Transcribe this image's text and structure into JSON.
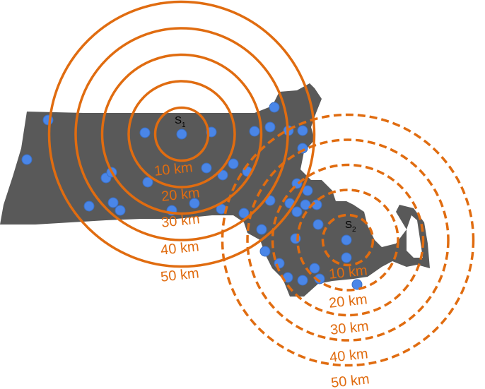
{
  "colors": {
    "land": "#595959",
    "ring": "#e06c10",
    "point": "#4a86e8",
    "background": "#ffffff"
  },
  "sites": [
    {
      "id": "s1",
      "label": "S",
      "sub": "1",
      "ring_style": "solid",
      "ring_labels": [
        "10 km",
        "20 km",
        "30 km",
        "40 km",
        "50 km"
      ]
    },
    {
      "id": "s2",
      "label": "S",
      "sub": "2",
      "ring_style": "dashed",
      "ring_labels": [
        "10 km",
        "20 km",
        "30 km",
        "40 km",
        "50 km"
      ]
    }
  ]
}
